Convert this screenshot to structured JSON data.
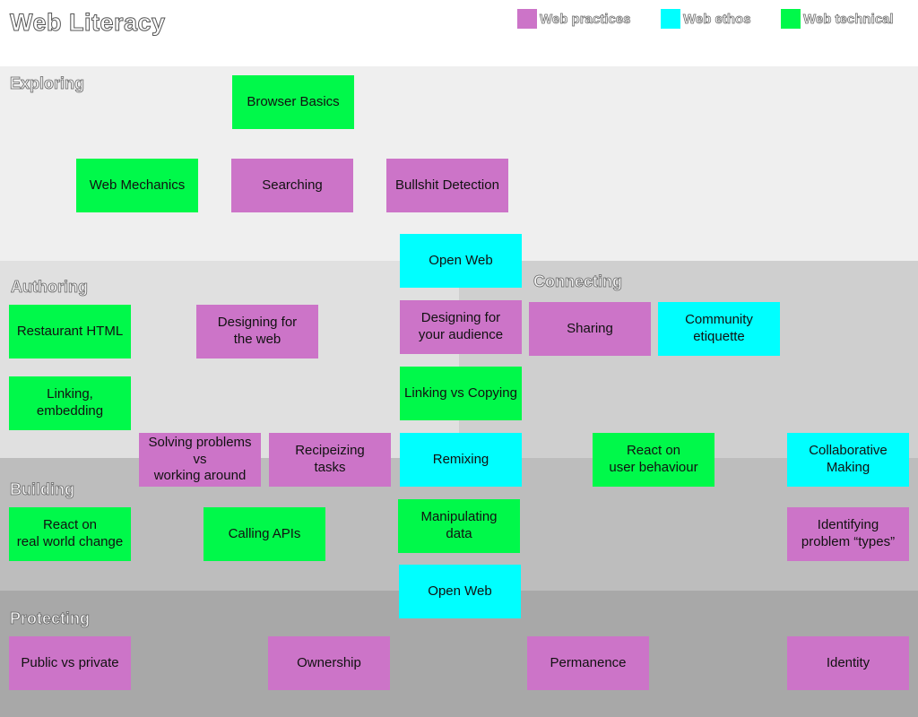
{
  "title": "Web Literacy",
  "colors": {
    "practices": "#cc74c8",
    "ethos": "#00ffff",
    "technical": "#00f94a"
  },
  "legend": [
    {
      "label": "Web practices",
      "color": "#cc74c8"
    },
    {
      "label": "Web ethos",
      "color": "#00ffff"
    },
    {
      "label": "Web technical",
      "color": "#00f94a"
    }
  ],
  "sections": {
    "exploring": "Exploring",
    "authoring": "Authoring",
    "connecting": "Connecting",
    "building": "Building",
    "protecting": "Protecting"
  },
  "cards": {
    "browser_basics": "Browser Basics",
    "web_mechanics": "Web Mechanics",
    "searching": "Searching",
    "bullshit_detection": "Bullshit Detection",
    "open_web_top": "Open Web",
    "restaurant_html": "Restaurant HTML",
    "designing_for_web": "Designing for\nthe web",
    "designing_for_audience": "Designing for\nyour audience",
    "sharing": "Sharing",
    "community_etiquette": "Community\netiquette",
    "linking_embedding": "Linking, embedding",
    "linking_vs_copying": "Linking vs Copying",
    "solving_problems": "Solving problems\nvs\nworking around",
    "recipeizing_tasks": "Recipeizing\ntasks",
    "remixing": "Remixing",
    "react_user_behaviour": "React on\nuser behaviour",
    "collaborative_making": "Collaborative\nMaking",
    "react_real_world": "React on\nreal world change",
    "calling_apis": "Calling APIs",
    "manipulating_data": "Manipulating\ndata",
    "identifying_problem_types": "Identifying\nproblem “types”",
    "open_web_bottom": "Open Web",
    "public_vs_private": "Public vs private",
    "ownership": "Ownership",
    "permanence": "Permanence",
    "identity": "Identity"
  }
}
